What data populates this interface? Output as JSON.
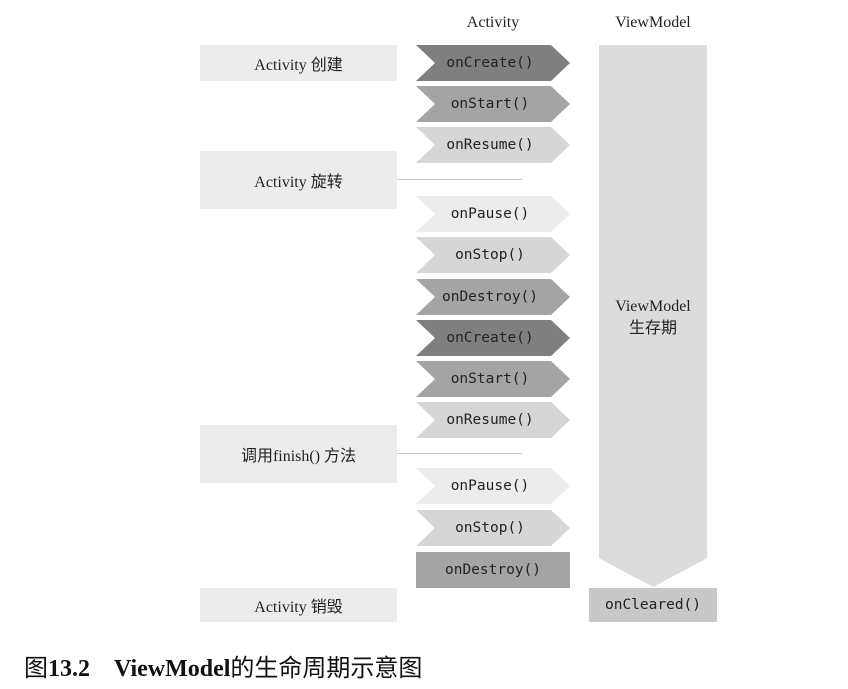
{
  "headers": {
    "activity": "Activity",
    "viewmodel": "ViewModel"
  },
  "events": [
    {
      "label": "Activity 创建"
    },
    {
      "label": "Activity 旋转"
    },
    {
      "label": "调用finish() 方法"
    },
    {
      "label": "Activity 销毁"
    }
  ],
  "callbacks": [
    {
      "label": "onCreate()",
      "color": "#7f7f7f"
    },
    {
      "label": "onStart()",
      "color": "#a4a4a4"
    },
    {
      "label": "onResume()",
      "color": "#d6d6d6"
    },
    {
      "label": "onPause()",
      "color": "#ececec"
    },
    {
      "label": "onStop()",
      "color": "#d6d6d6"
    },
    {
      "label": "onDestroy()",
      "color": "#a4a4a4"
    },
    {
      "label": "onCreate()",
      "color": "#7f7f7f"
    },
    {
      "label": "onStart()",
      "color": "#a4a4a4"
    },
    {
      "label": "onResume()",
      "color": "#d6d6d6"
    },
    {
      "label": "onPause()",
      "color": "#ececec"
    },
    {
      "label": "onStop()",
      "color": "#d6d6d6"
    },
    {
      "label": "onDestroy()",
      "color": "#a4a4a4"
    }
  ],
  "viewmodel": {
    "line1": "ViewModel",
    "line2": "生存期",
    "cleared": "onCleared()",
    "bar_color": "#dcdcdc",
    "cleared_color": "#c8c8c8"
  },
  "caption": {
    "prefix": "图",
    "number": "13.2",
    "subject": "ViewModel",
    "suffix": "的生命周期示意图"
  }
}
